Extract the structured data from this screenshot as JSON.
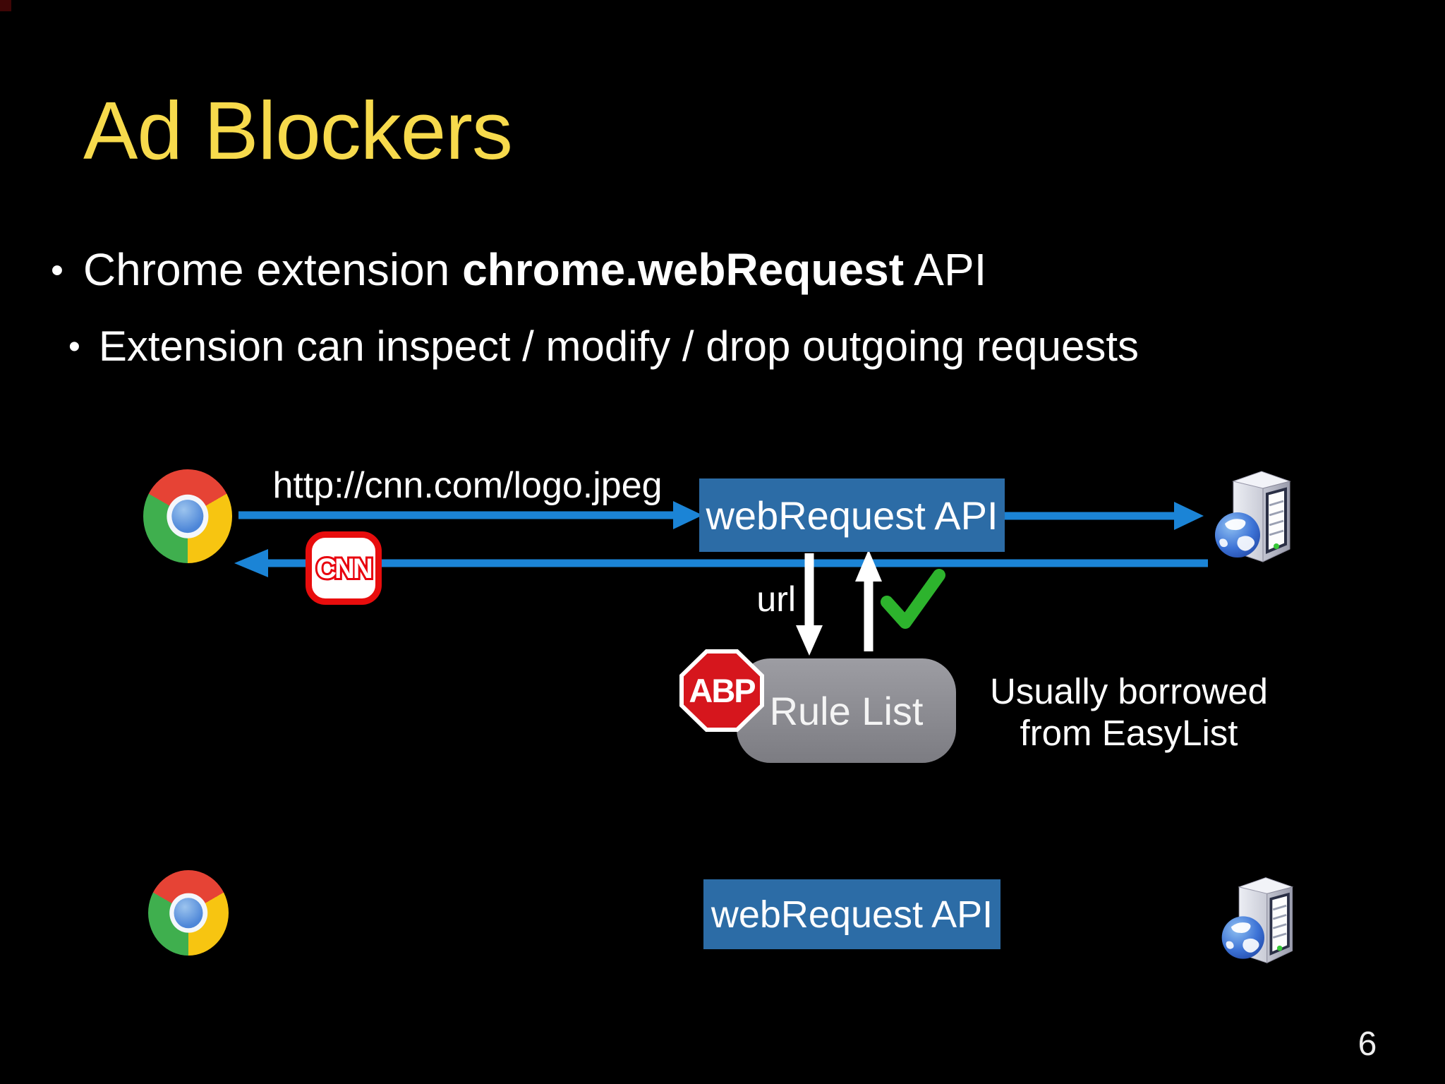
{
  "slide": {
    "title": "Ad Blockers",
    "bullet_char": "•",
    "bullets": [
      {
        "pre": "Chrome extension ",
        "bold": "chrome.webRequest",
        "post": " API"
      },
      {
        "text": "Extension can inspect / modify / drop outgoing requests"
      }
    ],
    "page_number": "6"
  },
  "diagram": {
    "request_url": "http://cnn.com/logo.jpeg",
    "api_box": {
      "label": "webRequest API"
    },
    "api_box_bottom": {
      "label": "webRequest API"
    },
    "url_label": "url",
    "rule_list": {
      "label": "Rule List"
    },
    "note": {
      "line1": "Usually borrowed",
      "line2": "from EasyList"
    },
    "cnn_badge": "CNN",
    "abp_badge": "ABP",
    "icons": {
      "chrome": "chrome-browser-icon",
      "server": "web-server-globe-icon",
      "check": "green-check-icon",
      "abp": "adblock-plus-stop-sign-icon",
      "cnn": "cnn-logo-icon"
    },
    "colors": {
      "background": "#000000",
      "title_yellow": "#f7da4c",
      "arrow_blue": "#1b84d6",
      "api_box_blue": "#2c6ca6",
      "rule_list_gray": "#8d8d93",
      "check_green": "#2db32d",
      "abp_red": "#d6161d",
      "cnn_red": "#e80d0d"
    }
  }
}
